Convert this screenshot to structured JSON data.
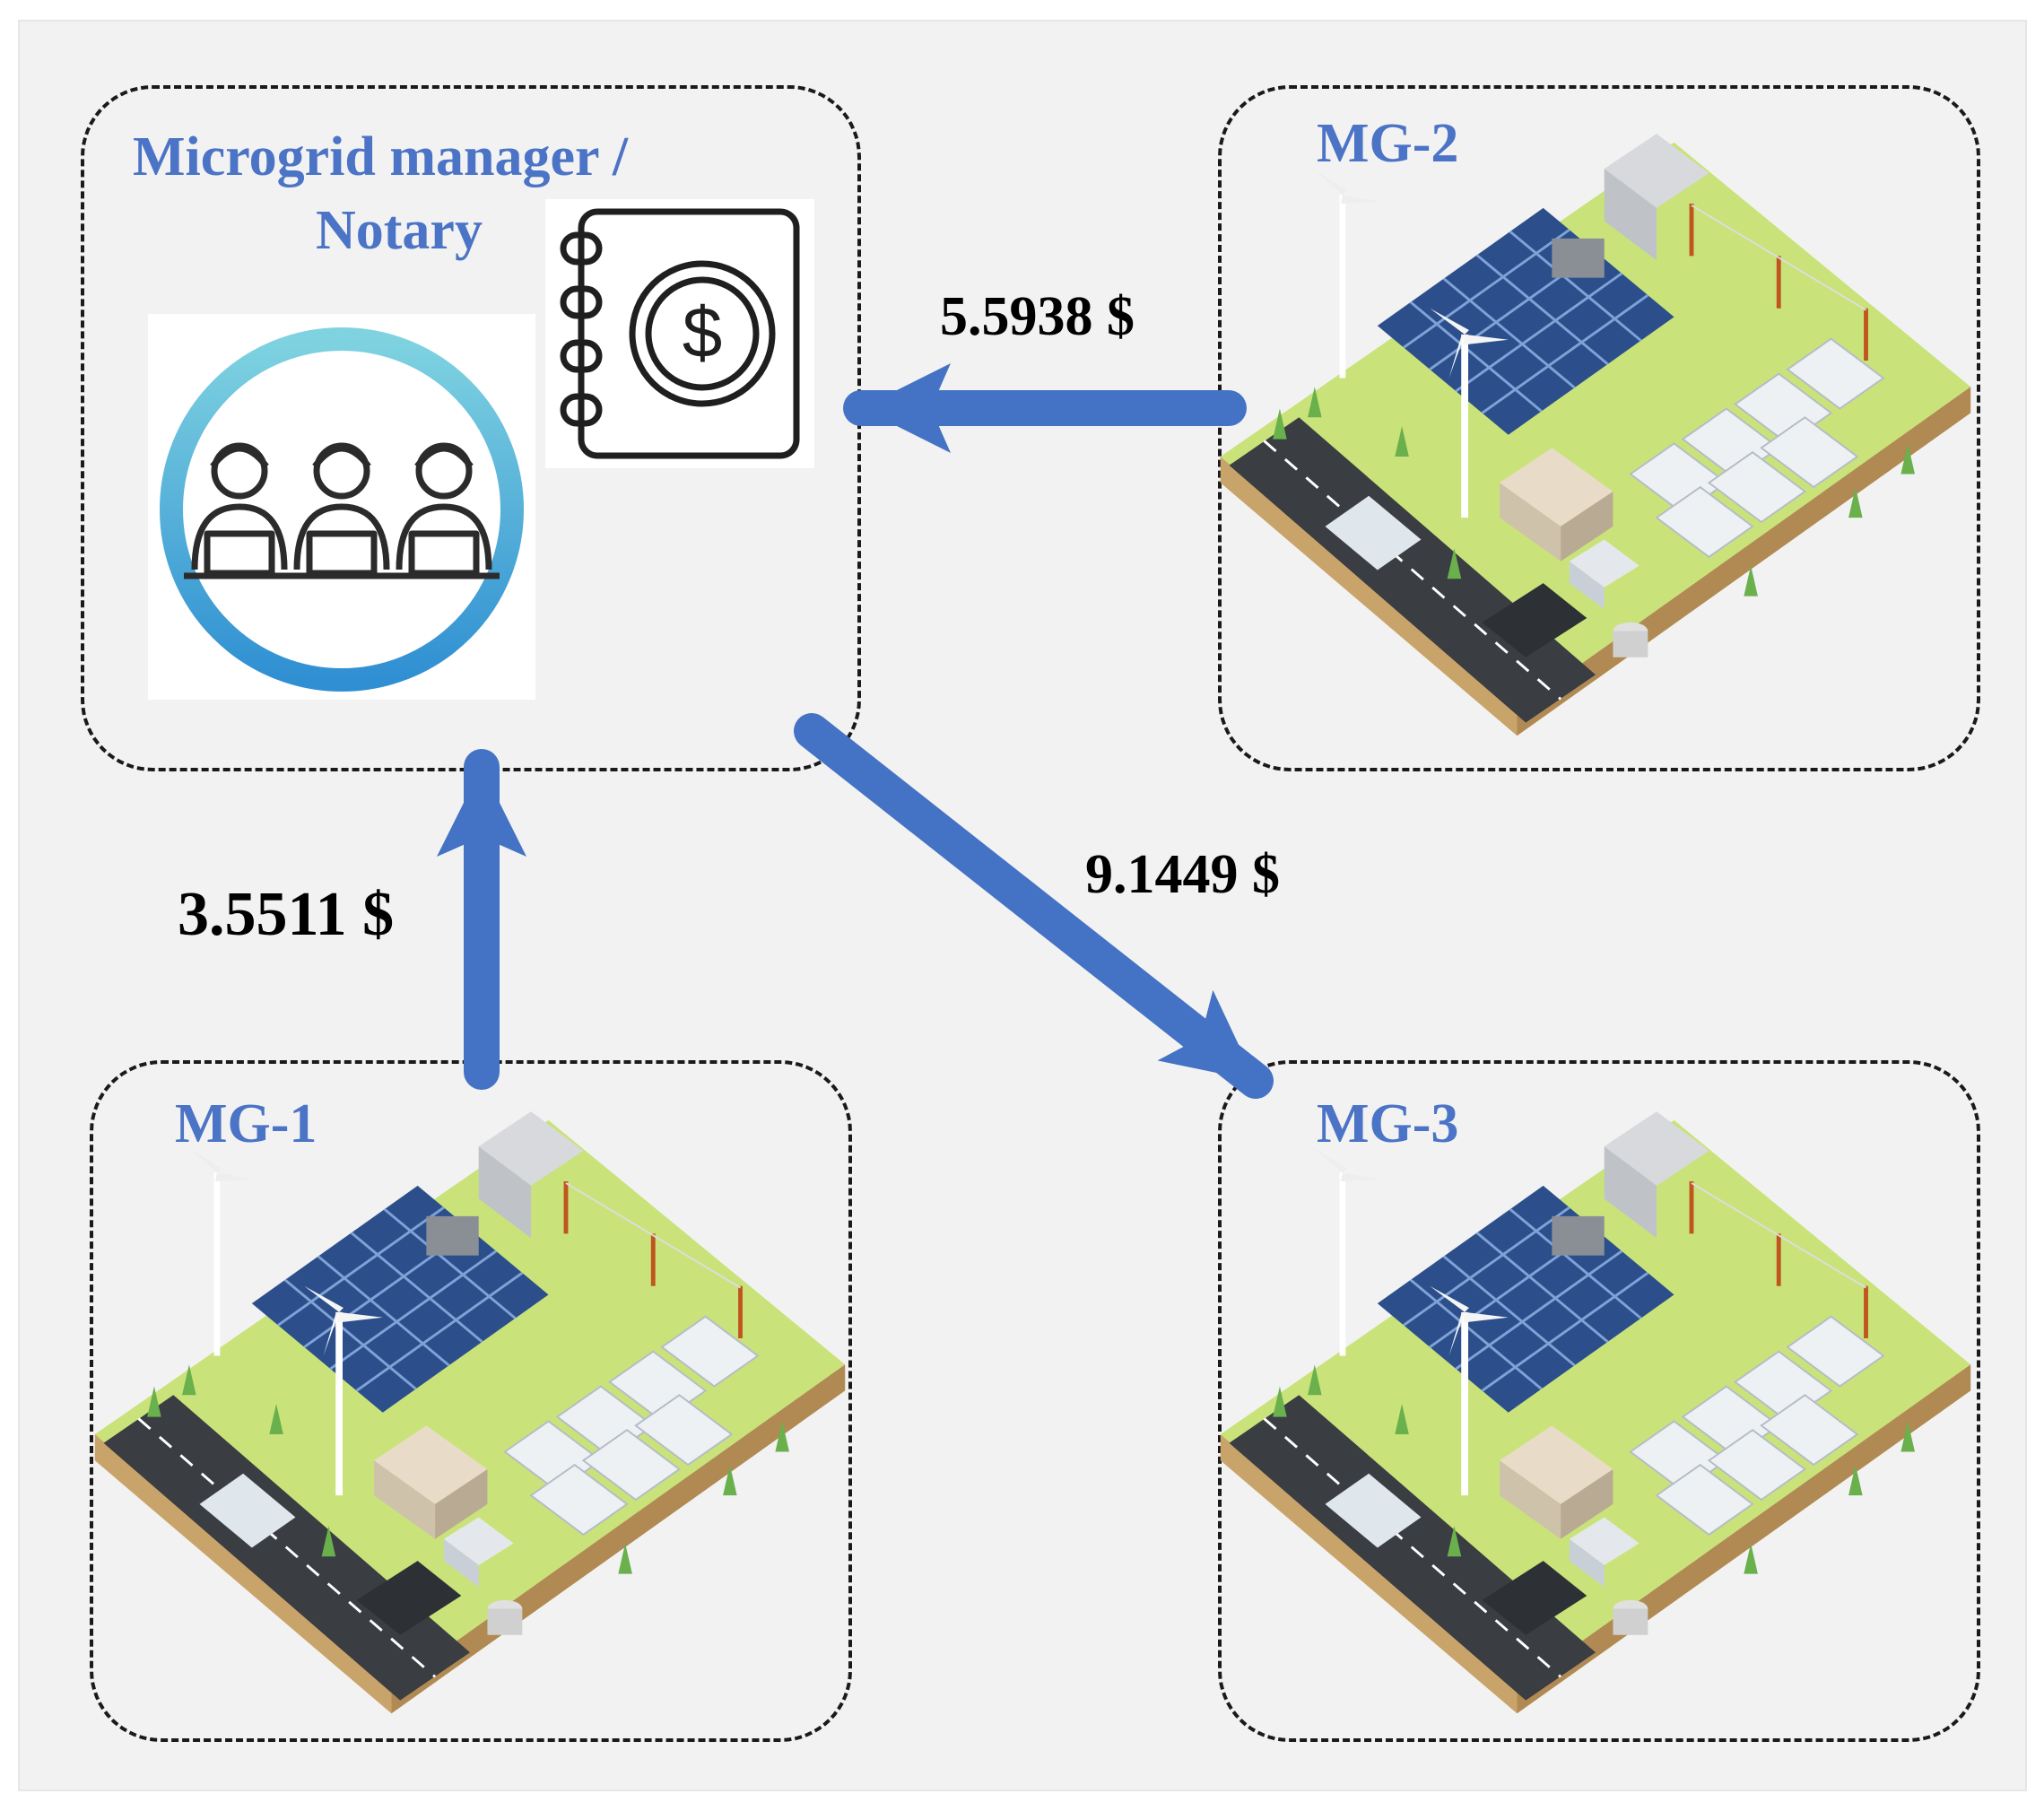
{
  "manager": {
    "label_line1": "Microgrid manager /",
    "label_line2": "Notary",
    "icons": [
      "team-icon",
      "ledger-dollar-icon"
    ]
  },
  "microgrids": [
    {
      "id": "mg1",
      "label": "MG-1"
    },
    {
      "id": "mg2",
      "label": "MG-2"
    },
    {
      "id": "mg3",
      "label": "MG-3"
    }
  ],
  "flows": {
    "mg2_to_manager": "5.5938 $",
    "manager_to_mg3": "9.1449 $",
    "mg1_to_manager": "3.5511 $"
  },
  "colors": {
    "arrow": "#4472c4",
    "label": "#4b73c6",
    "background": "#f2f2f2",
    "dashed_border": "#1a1a1a"
  }
}
